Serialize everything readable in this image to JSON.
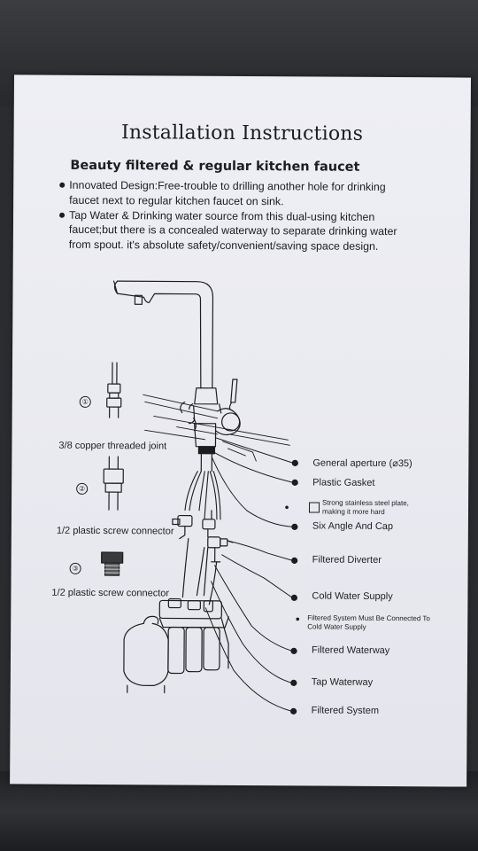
{
  "document": {
    "title": "Installation Instructions",
    "subtitle": "Beauty filtered & regular kitchen faucet",
    "bullets": [
      "Innovated Design:Free-trouble to drilling another hole for drinking faucet next to regular kitchen faucet on sink.",
      "Tap Water & Drinking water source from this dual-using kitchen faucet;but there is a concealed waterway to separate drinking water from spout. it's absolute safety/convenient/saving space design."
    ]
  },
  "connectors": [
    {
      "number": "①",
      "label": "3/8 copper threaded joint"
    },
    {
      "number": "②",
      "label": "1/2 plastic screw connector"
    },
    {
      "number": "③",
      "label": "1/2 plastic screw connector"
    }
  ],
  "callouts": {
    "general_aperture": "General aperture (⌀35)",
    "plastic_gasket": "Plastic Gasket",
    "steel_plate_note": "Strong stainless steel plate, making it more hard",
    "six_angle_cap": "Six Angle And Cap",
    "filtered_diverter": "Filtered Diverter",
    "cold_water_supply": "Cold Water Supply",
    "filtered_system_note": "Filtered System Must Be Connected To Cold Water Supply",
    "filtered_waterway": "Filtered Waterway",
    "tap_waterway": "Tap Waterway",
    "filtered_system": "Filtered System"
  }
}
